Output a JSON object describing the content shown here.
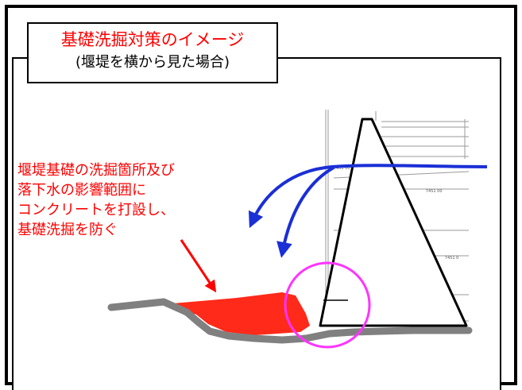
{
  "title": {
    "main": "基礎洗掘対策のイメージ",
    "sub": "(堰堤を横から見た場合)"
  },
  "description": {
    "lines": [
      "堰堤基礎の洗掘箇所及び",
      "落下水の影響範囲に",
      "コンクリートを打設し、",
      "基礎洗掘を防ぐ"
    ]
  },
  "colors": {
    "annotation_red": "#ff0000",
    "concrete_fill": "#ff2a1a",
    "water_arrow": "#1a2fd6",
    "scour_circle": "#ff33ff",
    "riverbed": "#808080"
  },
  "icons": {
    "annotation_arrow": "red-arrow-icon",
    "water_flow": "blue-curved-arrow-icon",
    "scour_marker": "magenta-circle-icon"
  }
}
